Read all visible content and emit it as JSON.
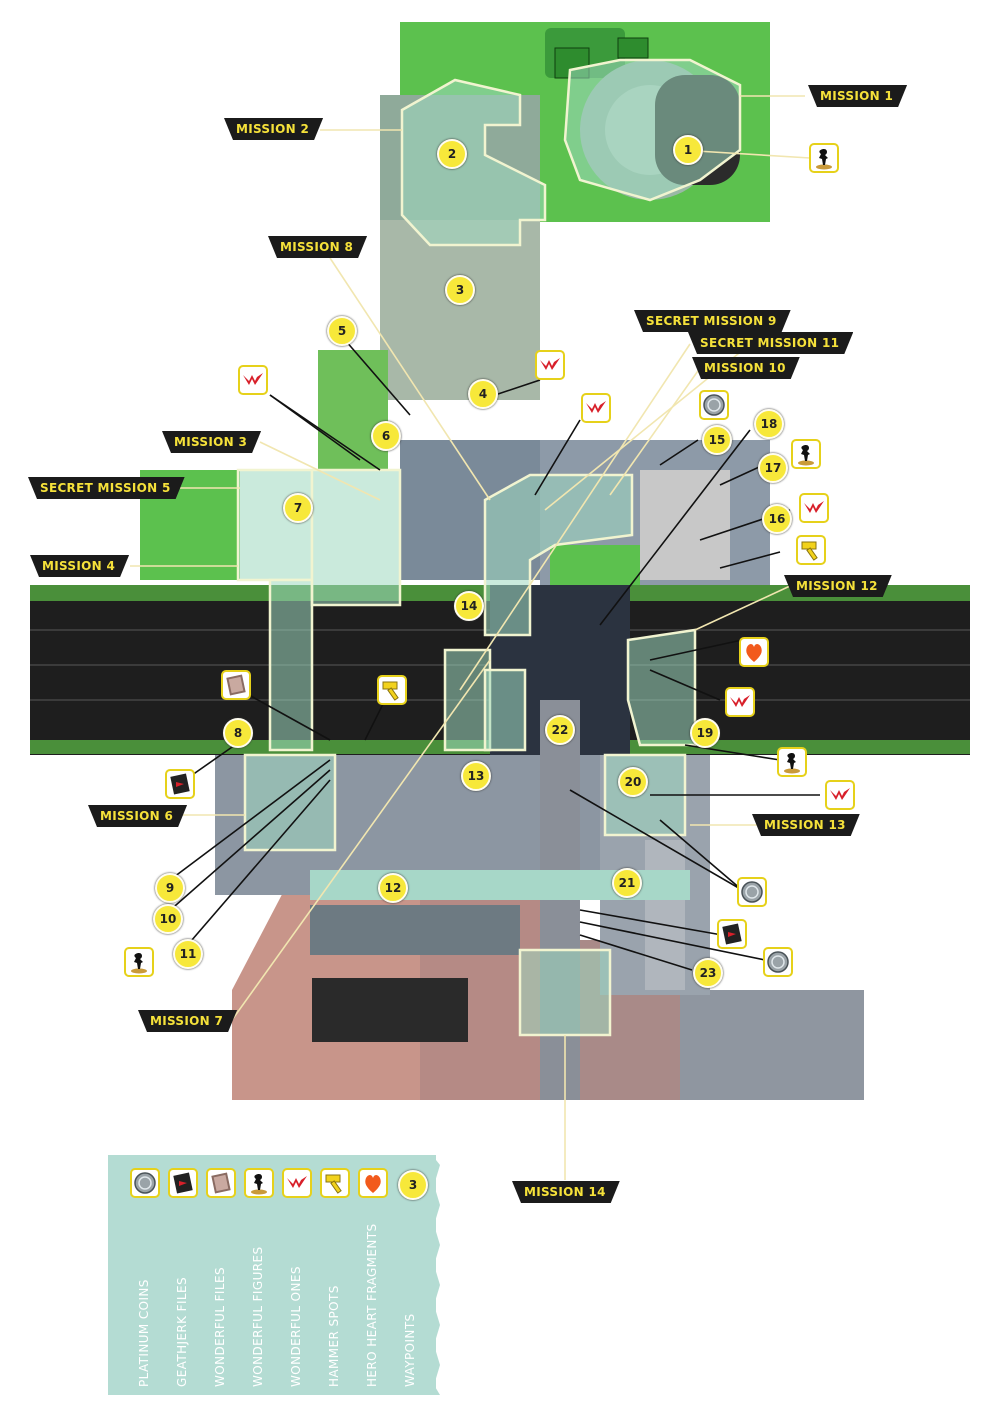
{
  "missions": [
    {
      "id": "mission-1",
      "label": "MISSION 1"
    },
    {
      "id": "mission-2",
      "label": "MISSION 2"
    },
    {
      "id": "mission-8",
      "label": "MISSION 8"
    },
    {
      "id": "secret-mission-9",
      "label": "SECRET MISSION 9"
    },
    {
      "id": "secret-mission-11",
      "label": "SECRET MISSION 11"
    },
    {
      "id": "mission-10",
      "label": "MISSION 10"
    },
    {
      "id": "mission-3",
      "label": "MISSION 3"
    },
    {
      "id": "secret-mission-5",
      "label": "SECRET MISSION 5"
    },
    {
      "id": "mission-4",
      "label": "MISSION 4"
    },
    {
      "id": "mission-12",
      "label": "MISSION 12"
    },
    {
      "id": "mission-6",
      "label": "MISSION 6"
    },
    {
      "id": "mission-13",
      "label": "MISSION 13"
    },
    {
      "id": "mission-7",
      "label": "MISSION 7"
    },
    {
      "id": "mission-14",
      "label": "MISSION 14"
    }
  ],
  "waypoints": [
    "1",
    "2",
    "3",
    "4",
    "5",
    "6",
    "7",
    "8",
    "9",
    "10",
    "11",
    "12",
    "13",
    "14",
    "15",
    "16",
    "17",
    "18",
    "19",
    "20",
    "21",
    "22",
    "23"
  ],
  "legend": [
    {
      "icon": "platinum-coin-icon",
      "label": "PLATINUM COINS"
    },
    {
      "icon": "geathjerk-file-icon",
      "label": "GEATHJERK FILES"
    },
    {
      "icon": "wonderful-file-icon",
      "label": "WONDERFUL FILES"
    },
    {
      "icon": "wonderful-figure-icon",
      "label": "WONDERFUL FIGURES"
    },
    {
      "icon": "wonderful-ones-icon",
      "label": "WONDERFUL ONES"
    },
    {
      "icon": "hammer-spot-icon",
      "label": "HAMMER SPOTS"
    },
    {
      "icon": "hero-heart-fragment-icon",
      "label": "HERO HEART FRAGMENTS"
    },
    {
      "icon": "waypoint-icon",
      "label": "WAYPOINTS",
      "value": "3"
    }
  ],
  "colors": {
    "label_bg": "#1b1b1b",
    "label_text": "#f5e13a",
    "waypoint": "#f7e83a",
    "legend_bg": "#b4dcd3",
    "park": "#5cc14e",
    "road": "#1e1e1e",
    "zone": "#8fc9b4"
  }
}
